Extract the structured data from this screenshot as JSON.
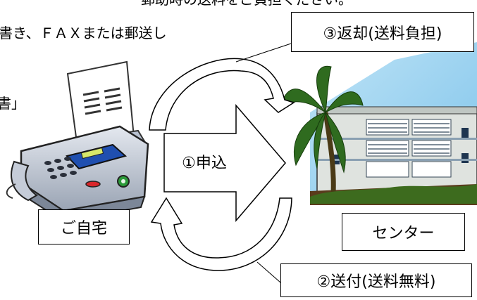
{
  "document": {
    "line_top": "郵助時の送料をご負担ください。",
    "line_2": "書き、ＦＡＸまたは郵送し",
    "line_3": "書」"
  },
  "labels": {
    "home": "ご自宅",
    "center": "センター",
    "step1": "①申込",
    "step2": "②送付(送料無料)",
    "step3": "③返却(送料負担)"
  },
  "colors": {
    "fax_body": "#cfd6e2",
    "fax_panel": "#1f4fb0",
    "building_wall": "#dfe3df",
    "sky": "#9fd0ee",
    "palm": "#2f6b1f"
  }
}
